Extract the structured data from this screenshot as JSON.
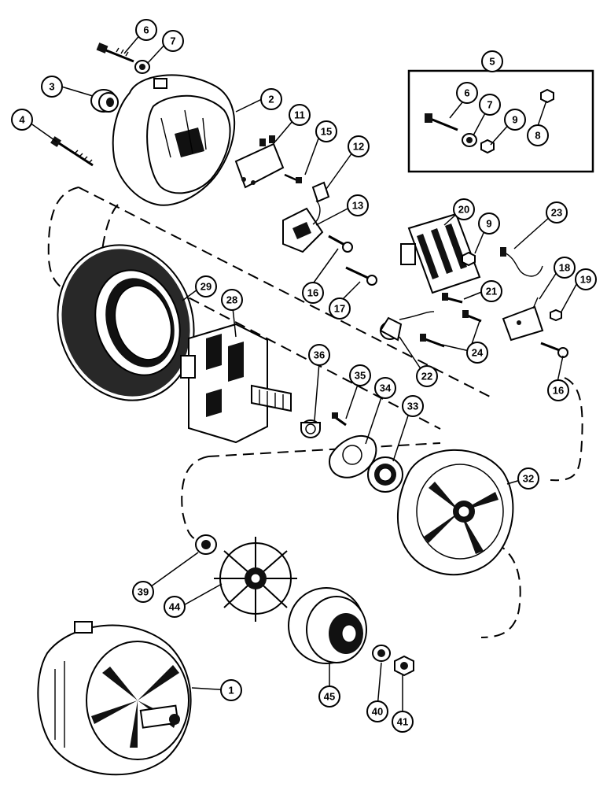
{
  "diagram": {
    "callouts": [
      {
        "id": "c1",
        "label": "1"
      },
      {
        "id": "c2",
        "label": "2"
      },
      {
        "id": "c3",
        "label": "3"
      },
      {
        "id": "c4",
        "label": "4"
      },
      {
        "id": "c5",
        "label": "5"
      },
      {
        "id": "c6a",
        "label": "6"
      },
      {
        "id": "c6b",
        "label": "6"
      },
      {
        "id": "c7a",
        "label": "7"
      },
      {
        "id": "c7b",
        "label": "7"
      },
      {
        "id": "c8",
        "label": "8"
      },
      {
        "id": "c9a",
        "label": "9"
      },
      {
        "id": "c9b",
        "label": "9"
      },
      {
        "id": "c11",
        "label": "11"
      },
      {
        "id": "c12",
        "label": "12"
      },
      {
        "id": "c13",
        "label": "13"
      },
      {
        "id": "c15",
        "label": "15"
      },
      {
        "id": "c16a",
        "label": "16"
      },
      {
        "id": "c16b",
        "label": "16"
      },
      {
        "id": "c17",
        "label": "17"
      },
      {
        "id": "c18",
        "label": "18"
      },
      {
        "id": "c19",
        "label": "19"
      },
      {
        "id": "c20",
        "label": "20"
      },
      {
        "id": "c21",
        "label": "21"
      },
      {
        "id": "c22",
        "label": "22"
      },
      {
        "id": "c23",
        "label": "23"
      },
      {
        "id": "c24",
        "label": "24"
      },
      {
        "id": "c28",
        "label": "28"
      },
      {
        "id": "c29",
        "label": "29"
      },
      {
        "id": "c32",
        "label": "32"
      },
      {
        "id": "c33",
        "label": "33"
      },
      {
        "id": "c34",
        "label": "34"
      },
      {
        "id": "c35",
        "label": "35"
      },
      {
        "id": "c36",
        "label": "36"
      },
      {
        "id": "c39",
        "label": "39"
      },
      {
        "id": "c40",
        "label": "40"
      },
      {
        "id": "c41",
        "label": "41"
      },
      {
        "id": "c44",
        "label": "44"
      },
      {
        "id": "c45",
        "label": "45"
      }
    ]
  }
}
